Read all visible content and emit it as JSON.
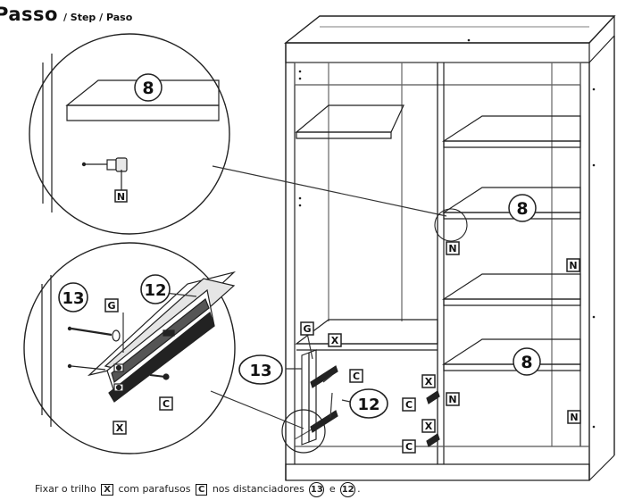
{
  "header": {
    "title": "Passo",
    "subtitle": "/ Step / Paso"
  },
  "callouts": {
    "top_detail": {
      "part": "8",
      "fastener": "N"
    },
    "bottom_detail": {
      "spacer_a": "13",
      "spacer_b": "12",
      "screw": "G",
      "rail": "X",
      "bolt": "C"
    }
  },
  "cabinet": {
    "shelf_parts": [
      "8",
      "8"
    ],
    "fasteners_n": [
      "N",
      "N",
      "N",
      "N"
    ],
    "spacer_a": "13",
    "spacer_b": "12",
    "screw": "G",
    "rails": [
      "X",
      "X",
      "X"
    ],
    "bolts": [
      "C",
      "C",
      "C"
    ]
  },
  "footer": {
    "t1": "Fixar o trilho",
    "rail": "X",
    "t2": "com parafusos",
    "bolt": "C",
    "t3": "nos distanciadores",
    "spacer_a": "13",
    "t4": "e",
    "spacer_b": "12",
    "t5": "."
  }
}
